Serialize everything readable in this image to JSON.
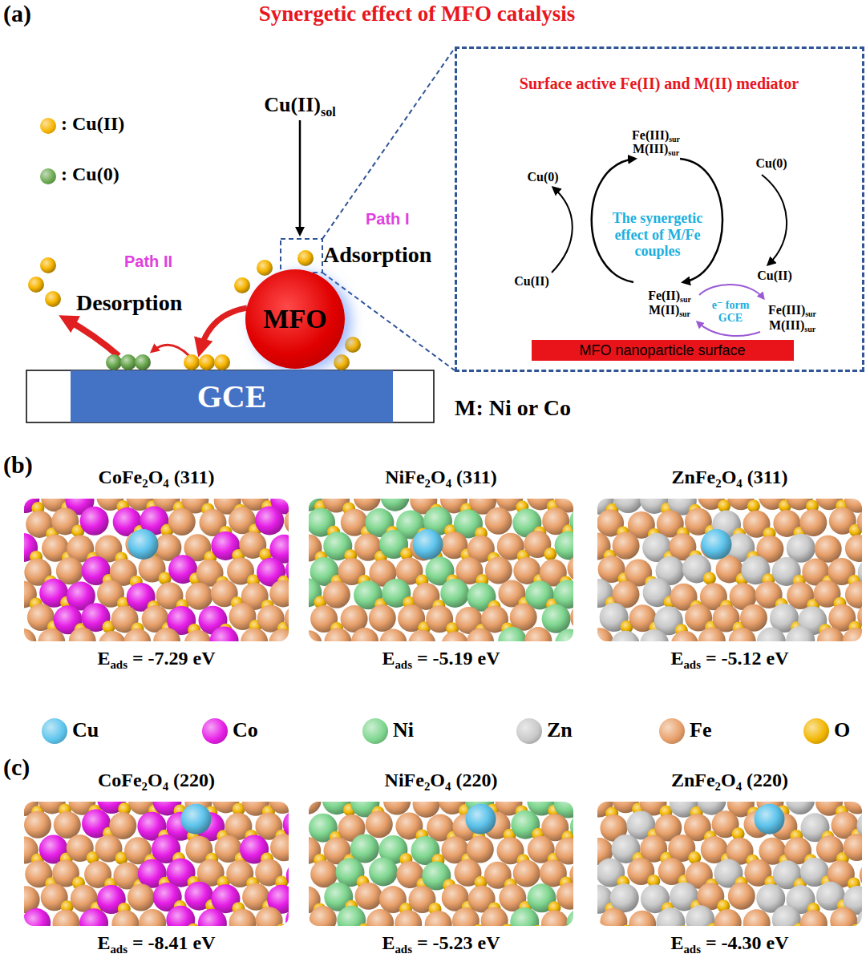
{
  "diagram": {
    "title": "Synergetic effect of MFO catalysis",
    "nodes": [
      {
        "text": [
          "Surface active Fe(II) and M(II) mediator"
        ]
      },
      {
        "text": [
          "MFO nanoparticle surface"
        ],
        "in": 0
      },
      {
        "text": [
          "MFO"
        ]
      },
      {
        "text": [
          "GCE"
        ]
      },
      {
        "text": [
          "CoFe2O4 (311)",
          "Eads = -7.29 eV"
        ]
      },
      {
        "text": [
          "NiFe2O4 (311)",
          "Eads = -5.19 eV"
        ]
      },
      {
        "text": [
          "ZnFe2O4 (311)",
          "Eads = -5.12 eV"
        ]
      },
      {
        "text": [
          "CoFe2O4 (220)",
          "Eads = -8.41 eV"
        ]
      },
      {
        "text": [
          "NiFe2O4 (220)",
          "Eads = -5.23 eV"
        ]
      },
      {
        "text": [
          "ZnFe2O4 (220)",
          "Eads = -4.30 eV"
        ]
      }
    ],
    "labels": [
      "(a)",
      "Cu(II)sol",
      "Path I",
      "Adsorption",
      "Path II",
      "Desorption",
      "Fe(III)sur",
      "M(III)sur",
      "Cu(0)",
      "Cu(0)",
      "The synergetic effect of M/Fe couples",
      "Cu(II)",
      "Cu(II)",
      "Fe(II)sur",
      "M(II)sur",
      "e⁻ form GCE",
      "Fe(III)sur",
      "M(III)sur",
      "M: Ni or Co",
      "(b)",
      "(c)"
    ],
    "legend": [
      {
        "text": ": Cu(II)",
        "color": "#f7b500"
      },
      {
        "text": ": Cu(0)",
        "color": "#6aa84f"
      },
      {
        "text": "Cu",
        "color": "#5ec4ec"
      },
      {
        "text": "Co",
        "color": "#e61ee6"
      },
      {
        "text": "Ni",
        "color": "#7fd68f"
      },
      {
        "text": "Zn",
        "color": "#c9c9c9"
      },
      {
        "text": "Fe",
        "color": "#e8a06a"
      },
      {
        "text": "O",
        "color": "#f2b600"
      }
    ]
  }
}
